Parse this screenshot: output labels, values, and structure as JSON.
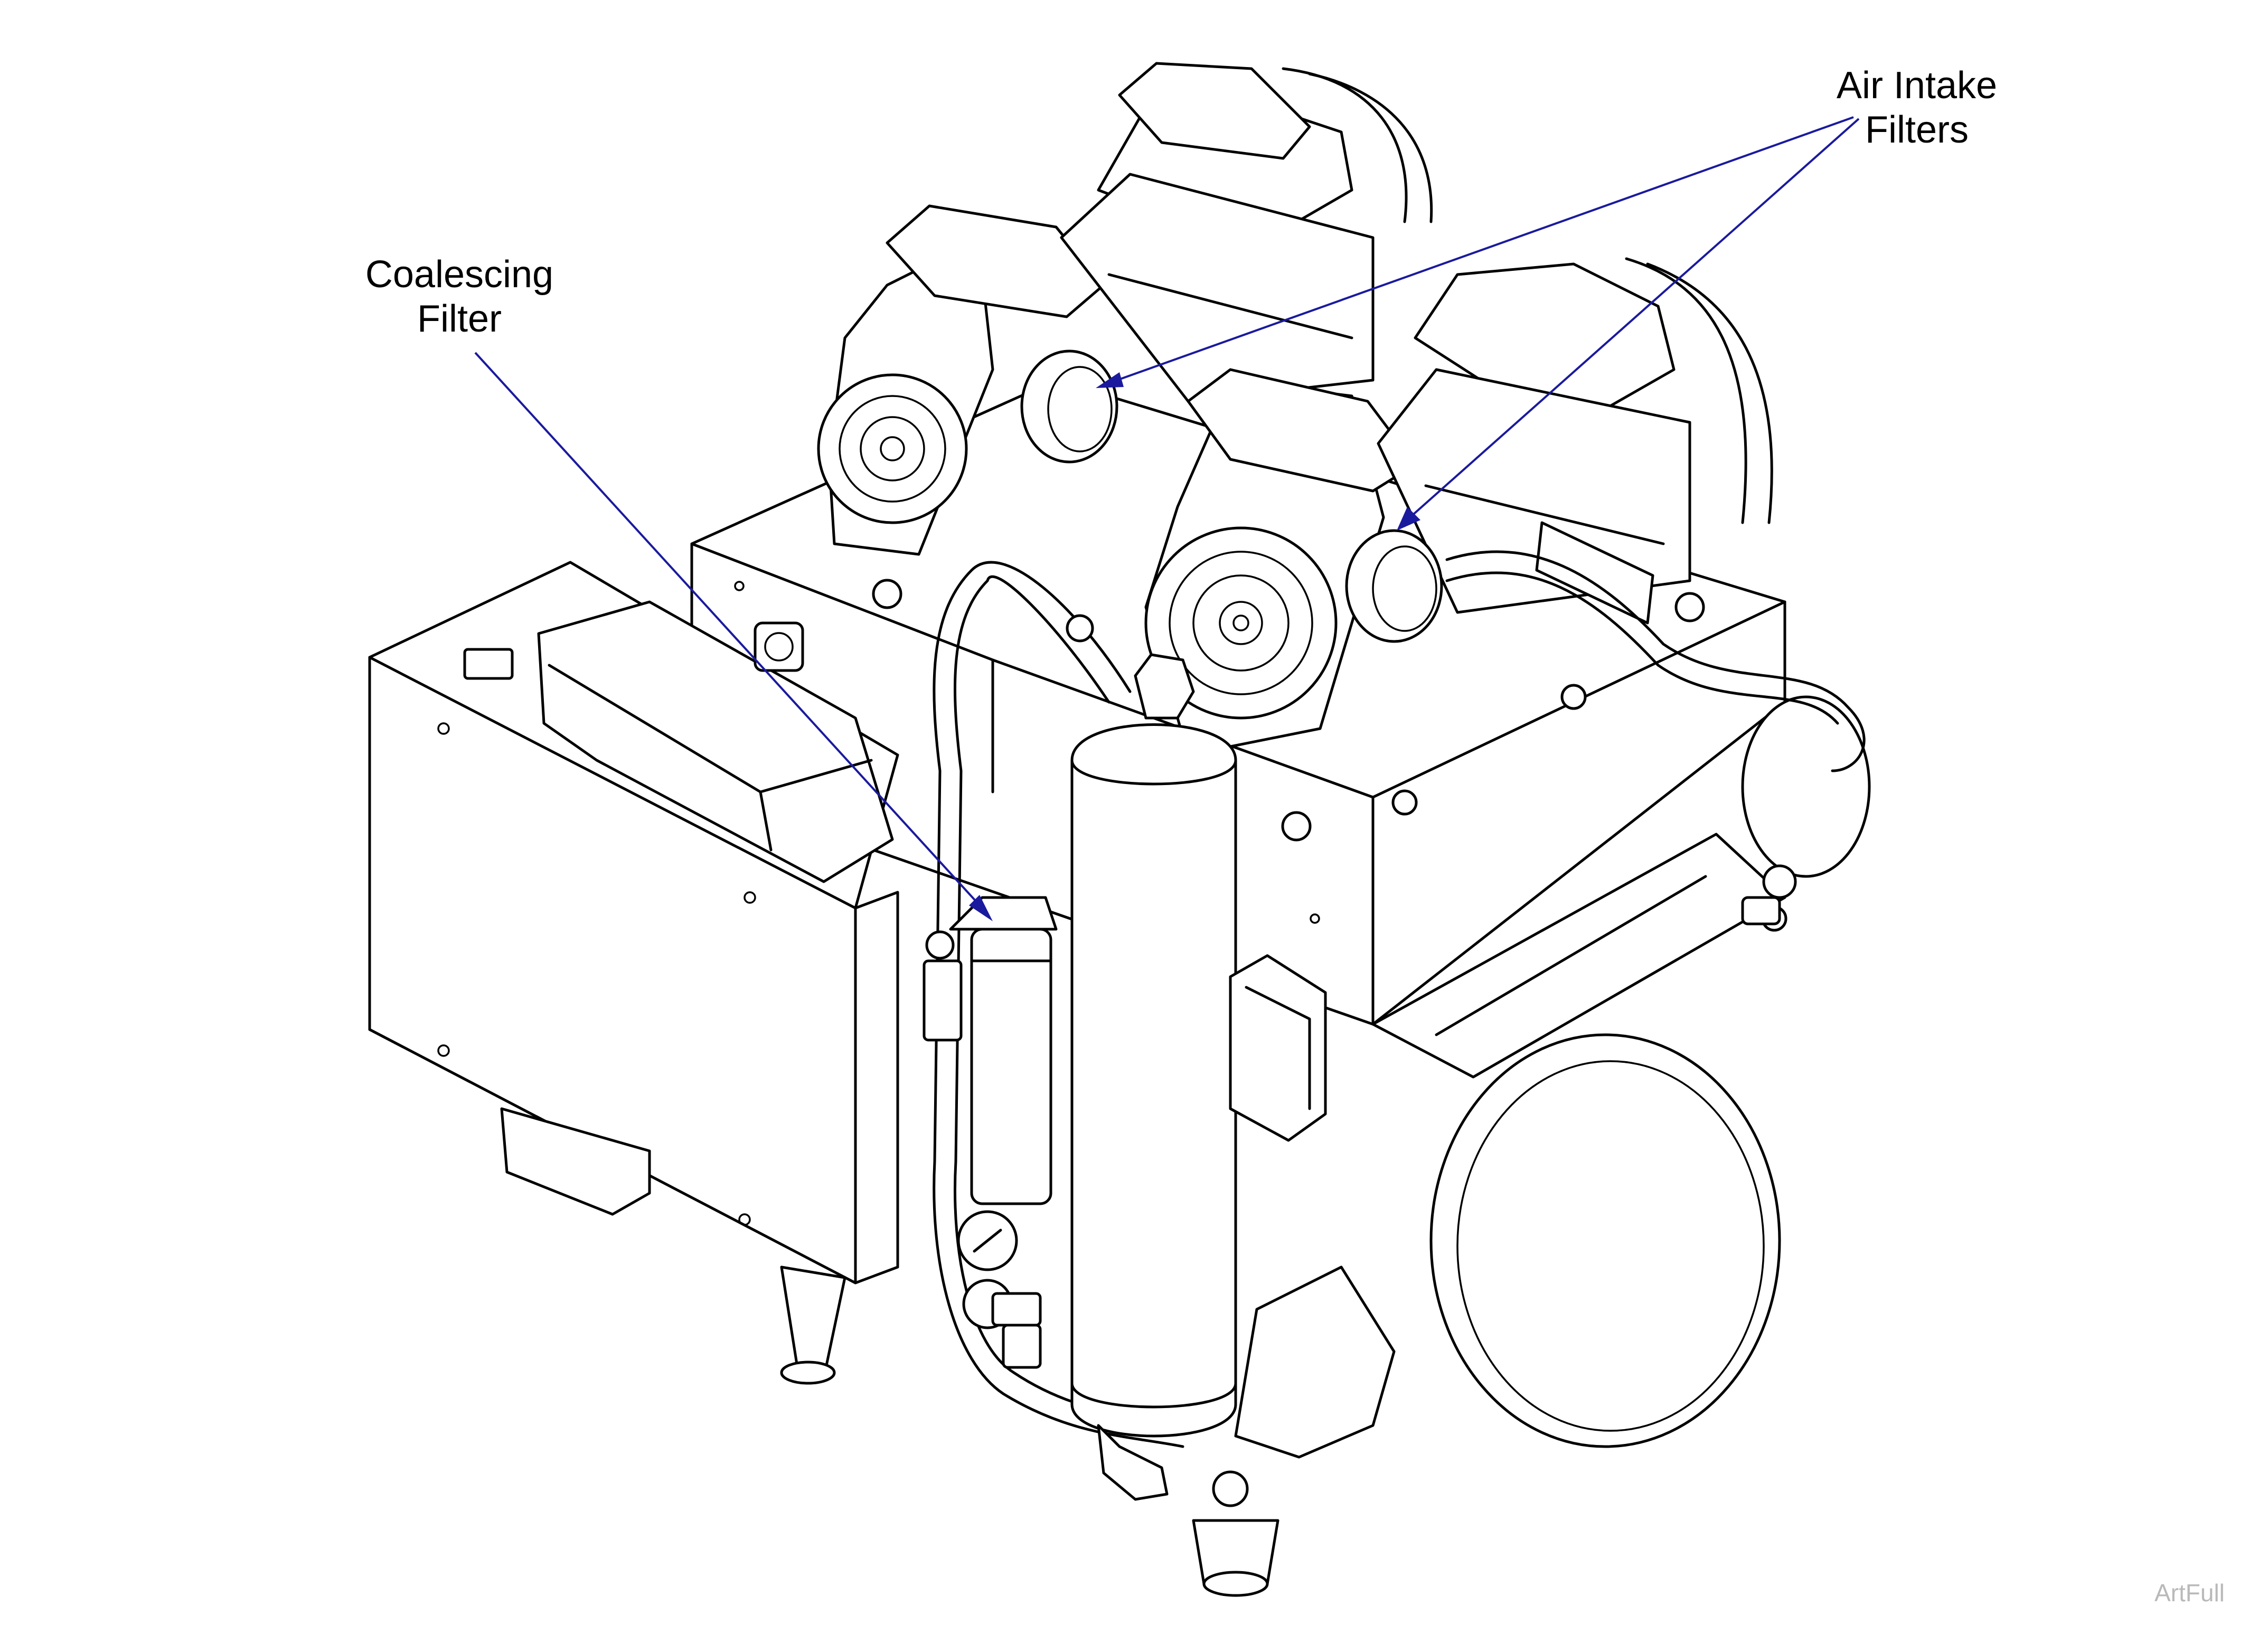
{
  "callouts": {
    "coalescing_filter": {
      "line1": "Coalescing",
      "line2": "Filter"
    },
    "air_intake_filters": {
      "line1": "Air Intake",
      "line2": "Filters"
    }
  },
  "watermark": "ArtFull",
  "colors": {
    "leader_line": "#1a1a9e",
    "line_art": "#000000",
    "background": "#ffffff",
    "watermark": "#b9b9b9"
  }
}
